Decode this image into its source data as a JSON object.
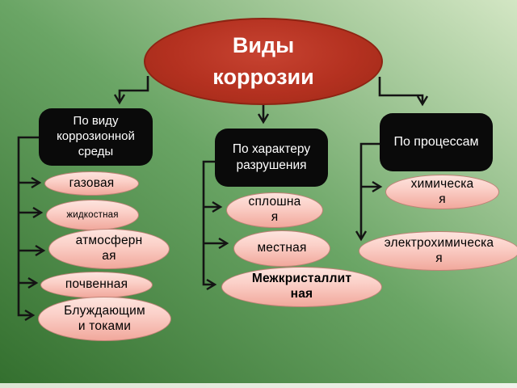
{
  "slide": {
    "title": "Виды коррозии"
  },
  "branches": [
    {
      "label": "По виду коррозионной среды",
      "items": [
        "газовая",
        "жидкостная",
        "атмосферная",
        "почвенная",
        "Блуждающими токами"
      ]
    },
    {
      "label": "По характеру разрушения",
      "items": [
        "сплошная",
        "местная",
        "Межкристаллитная"
      ]
    },
    {
      "label": "По процессам",
      "items": [
        "химическая",
        "электрохимическая"
      ]
    }
  ],
  "colors": {
    "background_bottom_left": "#336f2e",
    "background_top_right": "#d3e6c4",
    "root_fill": "#b43120",
    "root_border": "#8d2413",
    "root_text": "#ffffff",
    "category_fill": "#0a0a0a",
    "category_text": "#ffffff",
    "leaf_fill_top": "#fde4de",
    "leaf_fill_bottom": "#f1a89c",
    "leaf_border": "#bf8276",
    "leaf_text": "#000000",
    "connector": "#141414"
  }
}
